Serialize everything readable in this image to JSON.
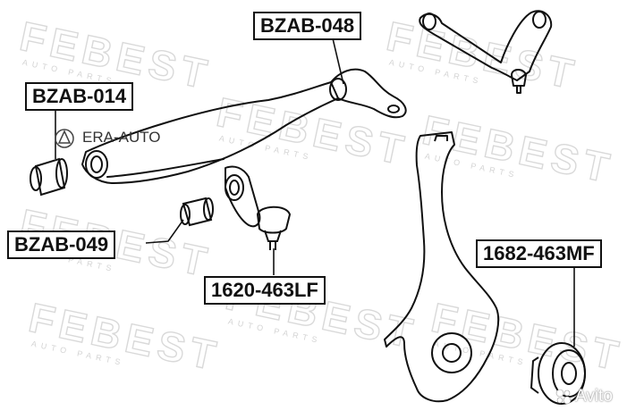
{
  "labels": {
    "bzab_048": "BZAB-048",
    "bzab_014": "BZAB-014",
    "bzab_049": "BZAB-049",
    "balljoint": "1620-463LF",
    "hub": "1682-463MF"
  },
  "watermark": {
    "brand": "FEBEST",
    "sub": "AUTO PARTS"
  },
  "overlay": {
    "seller": "ERA-AUTO",
    "marketplace": "Avito"
  },
  "colors": {
    "line": "#111111",
    "watermark": "#d9d9d9",
    "background": "#ffffff"
  }
}
